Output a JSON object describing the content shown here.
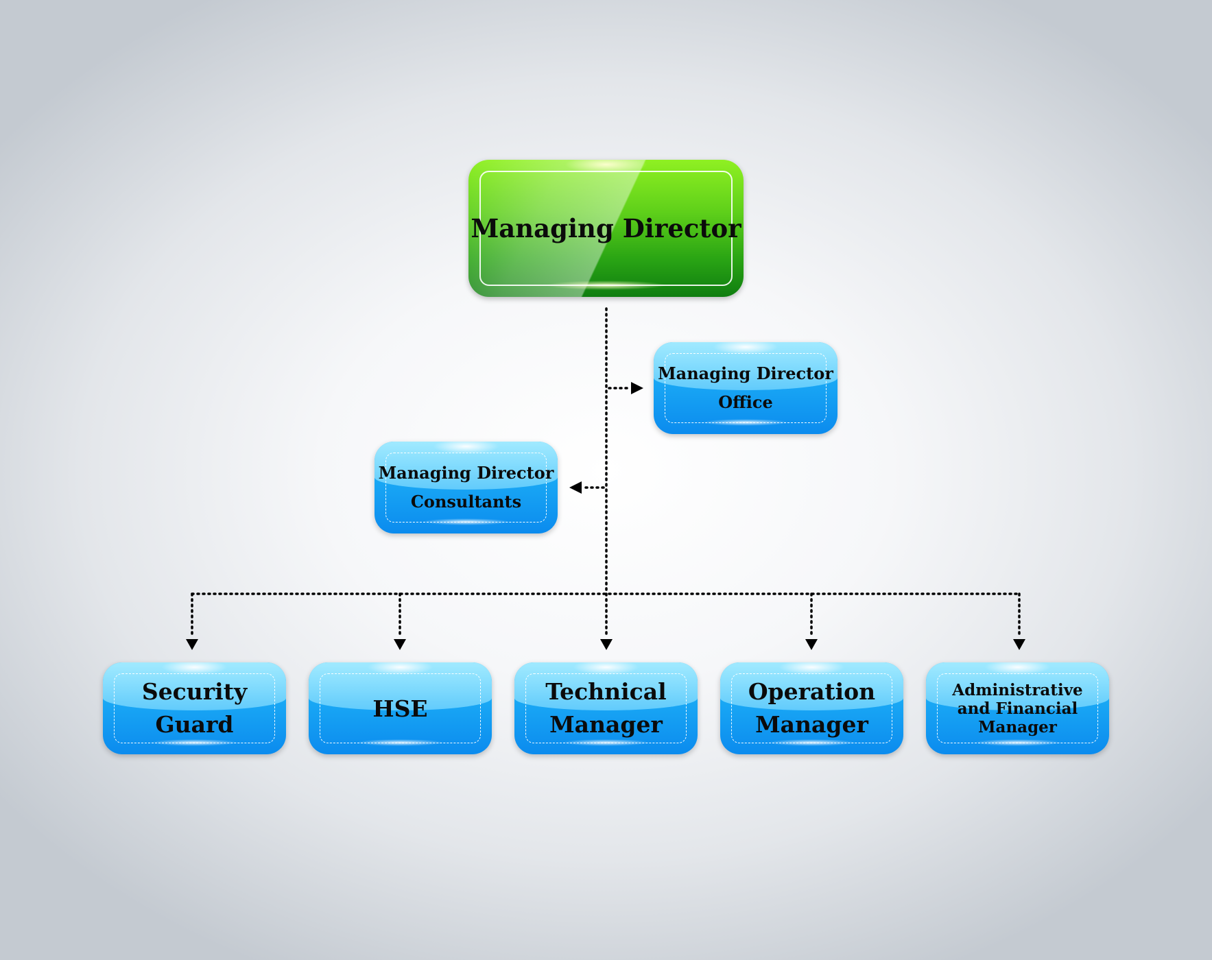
{
  "org_chart": {
    "head": "Managing Director",
    "staff_right": "Managing Director\nOffice",
    "staff_left": "Managing Director\nConsultants",
    "departments": [
      "Security\nGuard",
      "HSE",
      "Technical\nManager",
      "Operation\nManager",
      "Administrative\nand Financial\nManager"
    ]
  },
  "colors": {
    "head_box": "#3dba16",
    "department_box": "#18a6f3",
    "connector": "#000000",
    "background": "#eef0f3"
  }
}
